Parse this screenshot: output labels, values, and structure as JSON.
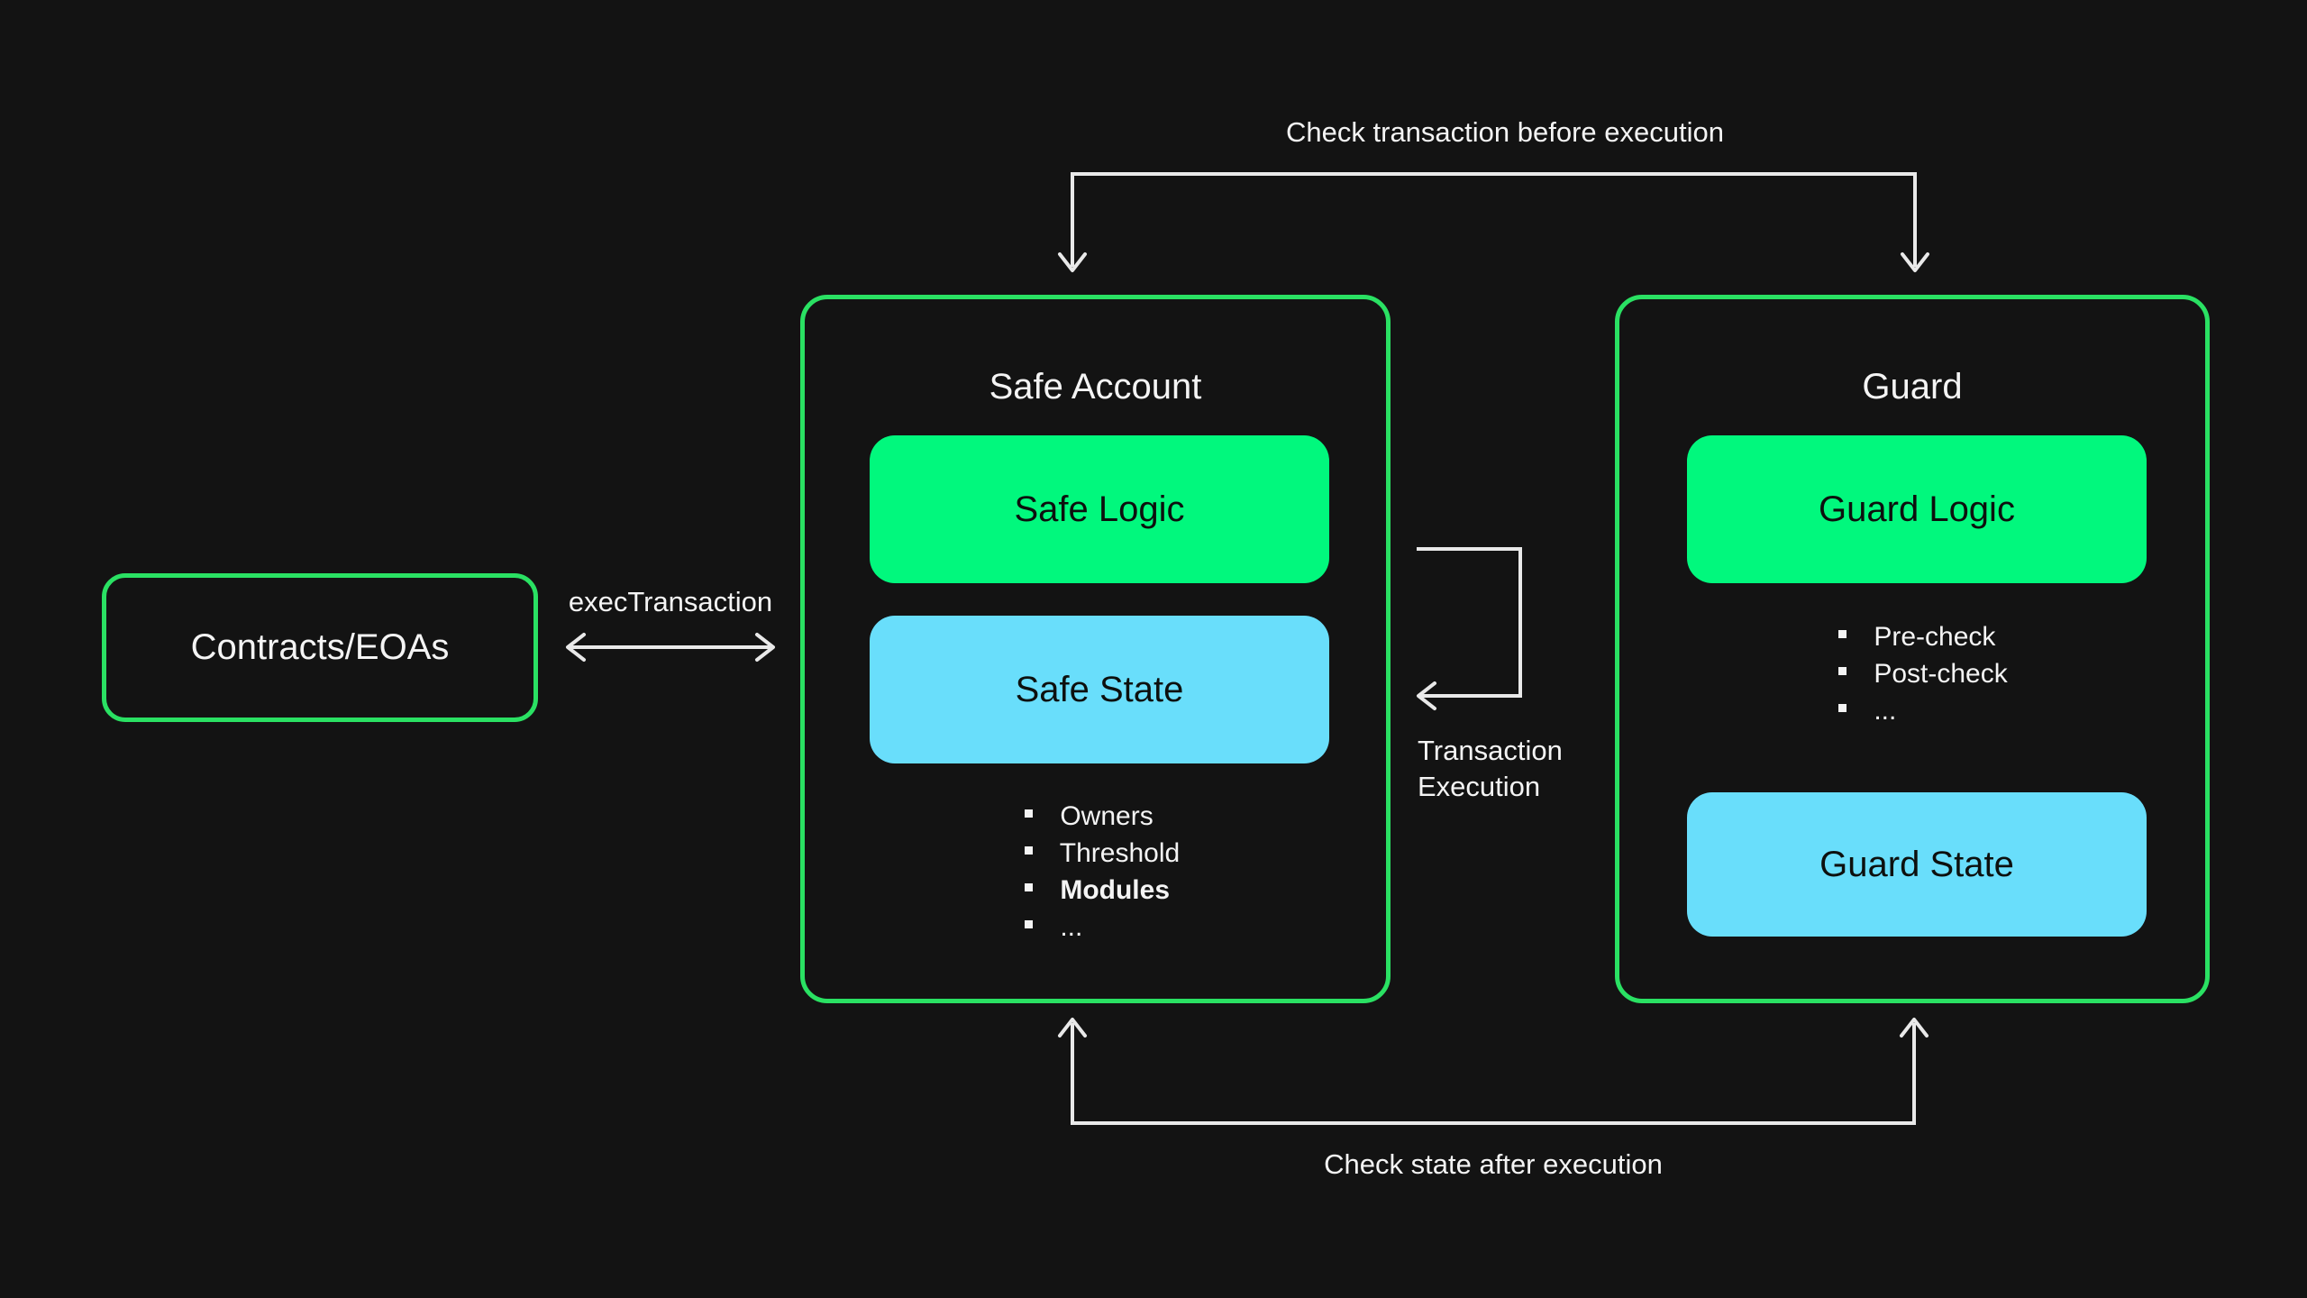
{
  "colors": {
    "bg": "#131313",
    "outline_green": "#2ae163",
    "fill_green": "#01f87d",
    "fill_blue": "#69defb",
    "line": "#e9e9e9",
    "text_light": "#f4f4f4",
    "text_dark": "#0d100e"
  },
  "left_box": {
    "label": "Contracts/EOAs"
  },
  "exec_arrow": {
    "label": "execTransaction"
  },
  "safe_account": {
    "title": "Safe Account",
    "logic_label": "Safe Logic",
    "state_label": "Safe State",
    "bullets": [
      {
        "label": "Owners",
        "style": "normal"
      },
      {
        "label": "Threshold",
        "style": "normal"
      },
      {
        "label": "Modules",
        "style": "bold"
      },
      {
        "label": "...",
        "style": "normal"
      }
    ]
  },
  "guard": {
    "title": "Guard",
    "logic_label": "Guard Logic",
    "state_label": "Guard State",
    "bullets": [
      {
        "label": "Pre-check",
        "style": "normal"
      },
      {
        "label": "Post-check",
        "style": "normal"
      },
      {
        "label": "...",
        "style": "normal"
      }
    ]
  },
  "connectors": {
    "top_label": "Check transaction before execution",
    "bottom_label": "Check state after execution",
    "loop_label_line1": "Transaction",
    "loop_label_line2": "Execution"
  }
}
